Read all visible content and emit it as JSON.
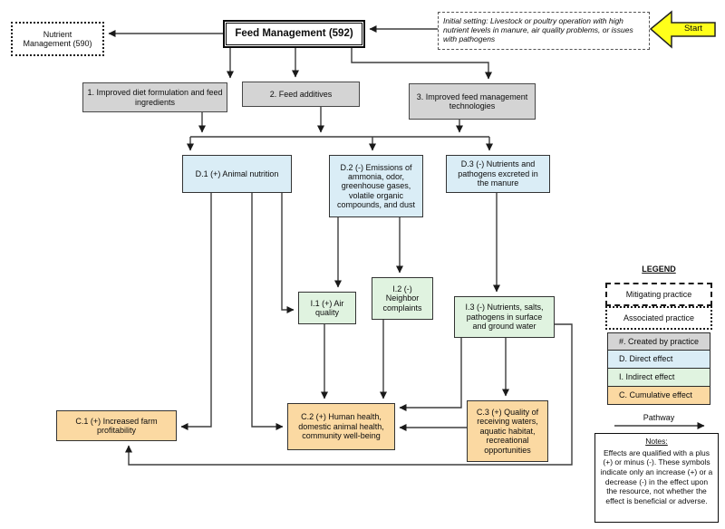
{
  "colors": {
    "practice_fill": "#d4d4d4",
    "practice_border": "#474747",
    "direct_fill": "#daedf6",
    "indirect_fill": "#e0f3e0",
    "cumulative_fill": "#fbd9a2",
    "start_fill": "#ffff1a",
    "line_color": "#3d3d3d"
  },
  "nodes": {
    "feed_management": "Feed Management (592)",
    "nutrient_management": "Nutrient\nManagement (590)",
    "initial_setting": "Initial setting: Livestock or poultry operation with high nutrient levels in manure, air quality problems, or issues with pathogens",
    "start": "Start",
    "practice_1": "1. Improved diet formulation and feed\ningredients",
    "practice_2": "2. Feed additives",
    "practice_3": "3. Improved feed management\ntechnologies",
    "d1": "D.1 (+) Animal nutrition",
    "d2": "D.2 (-) Emissions of\nammonia, odor,\ngreenhouse gases,\nvolatile organic\ncompounds, and dust",
    "d3": "D.3 (-) Nutrients and\npathogens excreted in\nthe manure",
    "i1": "I.1 (+) Air\nquality",
    "i2": "I.2 (-)\nNeighbor\ncomplaints",
    "i3": "I.3 (-) Nutrients, salts,\npathogens in surface\nand ground water",
    "c1": "C.1 (+) Increased farm\nprofitability",
    "c2": "C.2 (+) Human health,\ndomestic animal health,\ncommunity well-being",
    "c3": "C.3 (+) Quality of\nreceiving waters,\naquatic habitat,\nrecreational\nopportunities"
  },
  "legend": {
    "title": "LEGEND",
    "mitigating": "Mitigating practice",
    "associated": "Associated practice",
    "created": "#. Created by practice",
    "direct": "D. Direct effect",
    "indirect": "I. Indirect effect",
    "cumulative": "C. Cumulative effect",
    "pathway": "Pathway"
  },
  "notes": {
    "title": "Notes:",
    "body": "Effects are qualified with a plus (+) or minus (-). These symbols indicate only an increase (+) or a decrease (-) in the effect upon the resource, not whether the effect is beneficial or adverse."
  }
}
